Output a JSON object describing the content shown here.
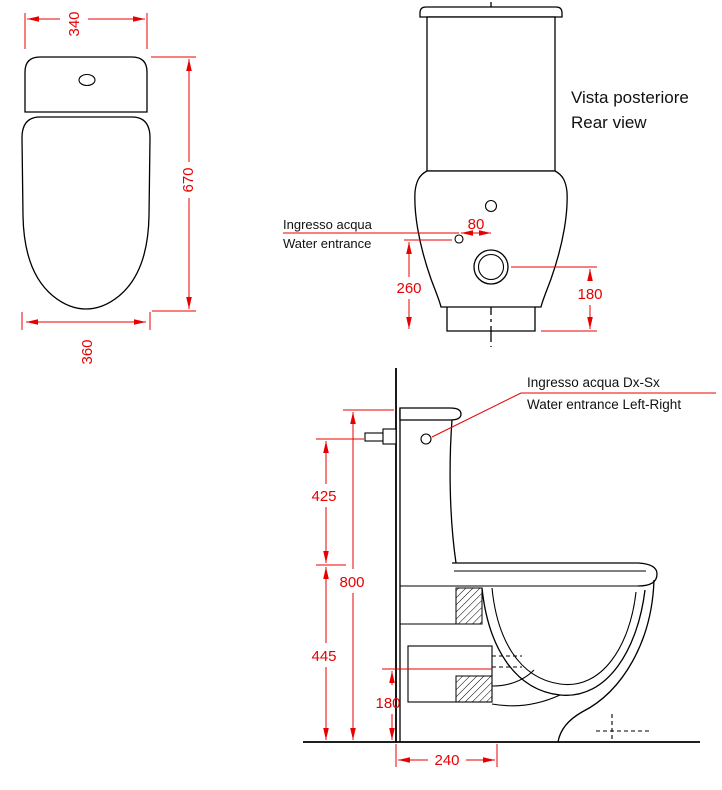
{
  "colors": {
    "dimension": "#e80000",
    "outline": "#000000",
    "label": "#111111",
    "background": "#ffffff"
  },
  "plan": {
    "dim_top_width": "340",
    "dim_length": "670",
    "dim_bottom_width": "360"
  },
  "rear": {
    "title_line1": "Vista posteriore",
    "title_line2": "Rear view",
    "water_label_line1": "Ingresso acqua",
    "water_label_line2": "Water entrance",
    "dim_water_offset": "80",
    "dim_water_inlet_height": "260",
    "dim_drain_height": "180"
  },
  "side": {
    "water_label_line1": "Ingresso acqua Dx-Sx",
    "water_label_line2": "Water entrance Left-Right",
    "dim_tank_height": "425",
    "dim_total_height": "800",
    "dim_bowl_height": "445",
    "dim_outlet_height": "180",
    "dim_outlet_distance": "240"
  }
}
